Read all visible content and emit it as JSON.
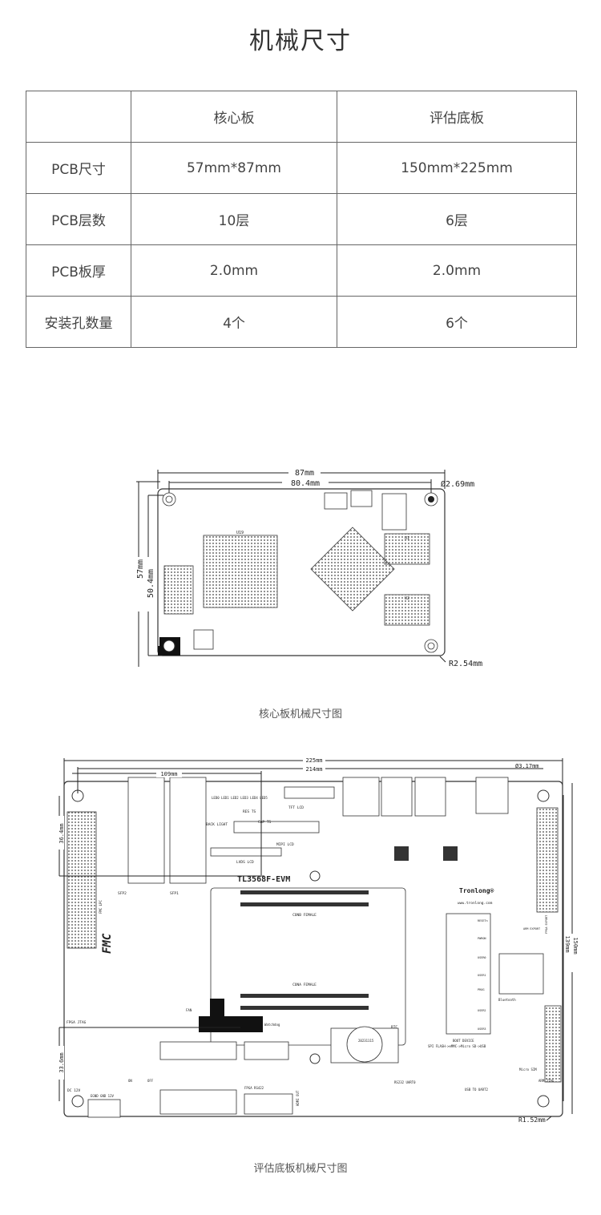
{
  "title": "机械尺寸",
  "table": {
    "headers": [
      "",
      "核心板",
      "评估底板"
    ],
    "rows": [
      [
        "PCB尺寸",
        "57mm*87mm",
        "150mm*225mm"
      ],
      [
        "PCB层数",
        "10层",
        "6层"
      ],
      [
        "PCB板厚",
        "2.0mm",
        "2.0mm"
      ],
      [
        "安装孔数量",
        "4个",
        "6个"
      ]
    ]
  },
  "core_board": {
    "dims": {
      "width": "87mm",
      "hole_span_x": "80.4mm",
      "height": "57mm",
      "hole_span_y": "50.4mm",
      "hole_dia": "Ø2.69mm",
      "corner_radius": "R2.54mm"
    },
    "labels": {
      "u1": "U1",
      "u2": "U2",
      "u19": "U19"
    },
    "caption": "核心板机械尺寸图"
  },
  "eval_board": {
    "dims": {
      "width": "225mm",
      "hole_span_x": "214mm",
      "offset_x": "109mm",
      "height": "150mm",
      "hole_span_y": "139mm",
      "top_offset": "36.4mm",
      "bottom_offset": "33.6mm",
      "hole_dia": "Ø3.17mm",
      "corner_radius": "R1.52mm"
    },
    "labels": {
      "model": "TL3568F-EVM",
      "brand": "Tronlong®",
      "url": "www.tronlong.com",
      "sfp2": "SFP2",
      "sfp1": "SFP1",
      "fmc": "FMC",
      "fmc_lpc": "FMC LPC",
      "tft": "TFT LCD",
      "mipi": "MIPI LCD",
      "lvds": "LVDS LCD",
      "backlight": "BACK LIGHT",
      "cap_ts": "CAP TS",
      "res_ts": "RES TS",
      "leds": "LED0 LED1 LED2 LED3 LED4 LED5",
      "conb": "CONB FEMALE",
      "cona": "CONA FEMALE",
      "fpga_jtag": "FPGA JTAG",
      "arm_jtag": "ARM JTAG",
      "fan": "FAN",
      "watchdog": "Watchdog",
      "rtc": "RTC",
      "battery": "20231115",
      "boot": "BOOT DEVICE",
      "boot_opts": "SPI FLASH->eMMC->Micro SD->USB",
      "bluetooth": "Bluetooth",
      "arm_export": "ARM EXPORT",
      "fpga_export": "FPGA EXPORT",
      "rs232": "RS232 UART0",
      "usb_uart": "USB TO UART2",
      "micro_sim": "Micro SIM",
      "dc": "DC 12V",
      "power_pins": "EGND GND 12V",
      "on": "ON",
      "off": "OFF",
      "fpga_rs422": "FPGA RS422",
      "hdmi": "HDMI OUT",
      "keys": [
        "RESETn",
        "PWRON",
        "USER0",
        "USER1",
        "PROG",
        "USER2",
        "USER3"
      ]
    },
    "caption": "评估底板机械尺寸图"
  }
}
